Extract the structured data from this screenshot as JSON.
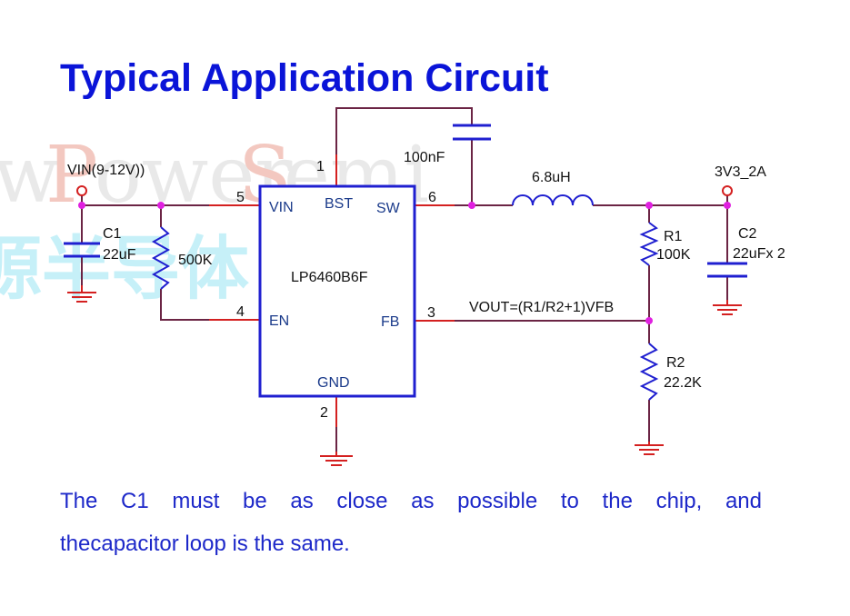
{
  "title": "Typical Application Circuit",
  "watermark": {
    "prefix": "w",
    "p_letter": "P",
    "ower": "ower",
    "s_letter": "S",
    "emi": "emi",
    "chinese": "源半导体"
  },
  "chip": {
    "part": "LP6460B6F",
    "pins": {
      "vin": "VIN",
      "bst": "BST",
      "sw": "SW",
      "en": "EN",
      "fb": "FB",
      "gnd": "GND"
    },
    "pin_numbers": {
      "vin": "5",
      "bst": "1",
      "sw": "6",
      "en": "4",
      "fb": "3",
      "gnd": "2"
    }
  },
  "components": {
    "input_net": "VIN(9-12V))",
    "c1_name": "C1",
    "c1_value": "22uF",
    "r_en_value": "500K",
    "c_bst_value": "100nF",
    "inductor_value": "6.8uH",
    "output_net": "3V3_2A",
    "r1_name": "R1",
    "r1_value": "100K",
    "r2_name": "R2",
    "r2_value": "22.2K",
    "c2_name": "C2",
    "c2_value": "22uFx 2",
    "vout_formula": "VOUT=(R1/R2+1)VFB"
  },
  "colors": {
    "title": "#0a14d8",
    "wire": "#6b2444",
    "chip_border": "#1f1fd0",
    "node": "#e020e0",
    "ground": "#d42020"
  },
  "note": {
    "line1": "The C1 must be as close as possible to the chip, and",
    "line2": "thecapacitor loop is the same."
  }
}
